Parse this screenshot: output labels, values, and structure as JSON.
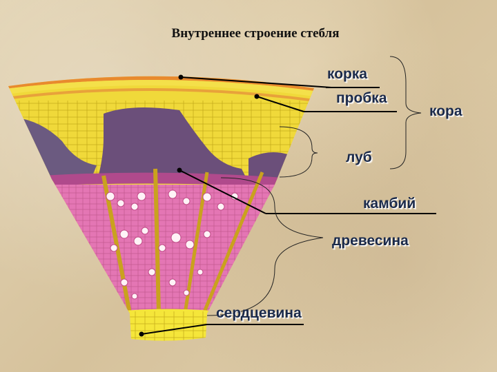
{
  "title": "Внутреннее строение стебля",
  "labels": {
    "korka": "корка",
    "probka": "пробка",
    "kora": "кора",
    "lub": "луб",
    "kambiy": "камбий",
    "drevesina": "древесина",
    "serdtsevina": "сердцевина"
  },
  "colors": {
    "bark": "#e8a23a",
    "cork": "#f2e22e",
    "phloem": "#6b4f7a",
    "cambium": "#b04a8c",
    "wood": "#e476b4",
    "pith": "#f5e63a",
    "rays": "#c9a21e"
  },
  "icons": {
    "bracket": "curly-brace-shape"
  }
}
